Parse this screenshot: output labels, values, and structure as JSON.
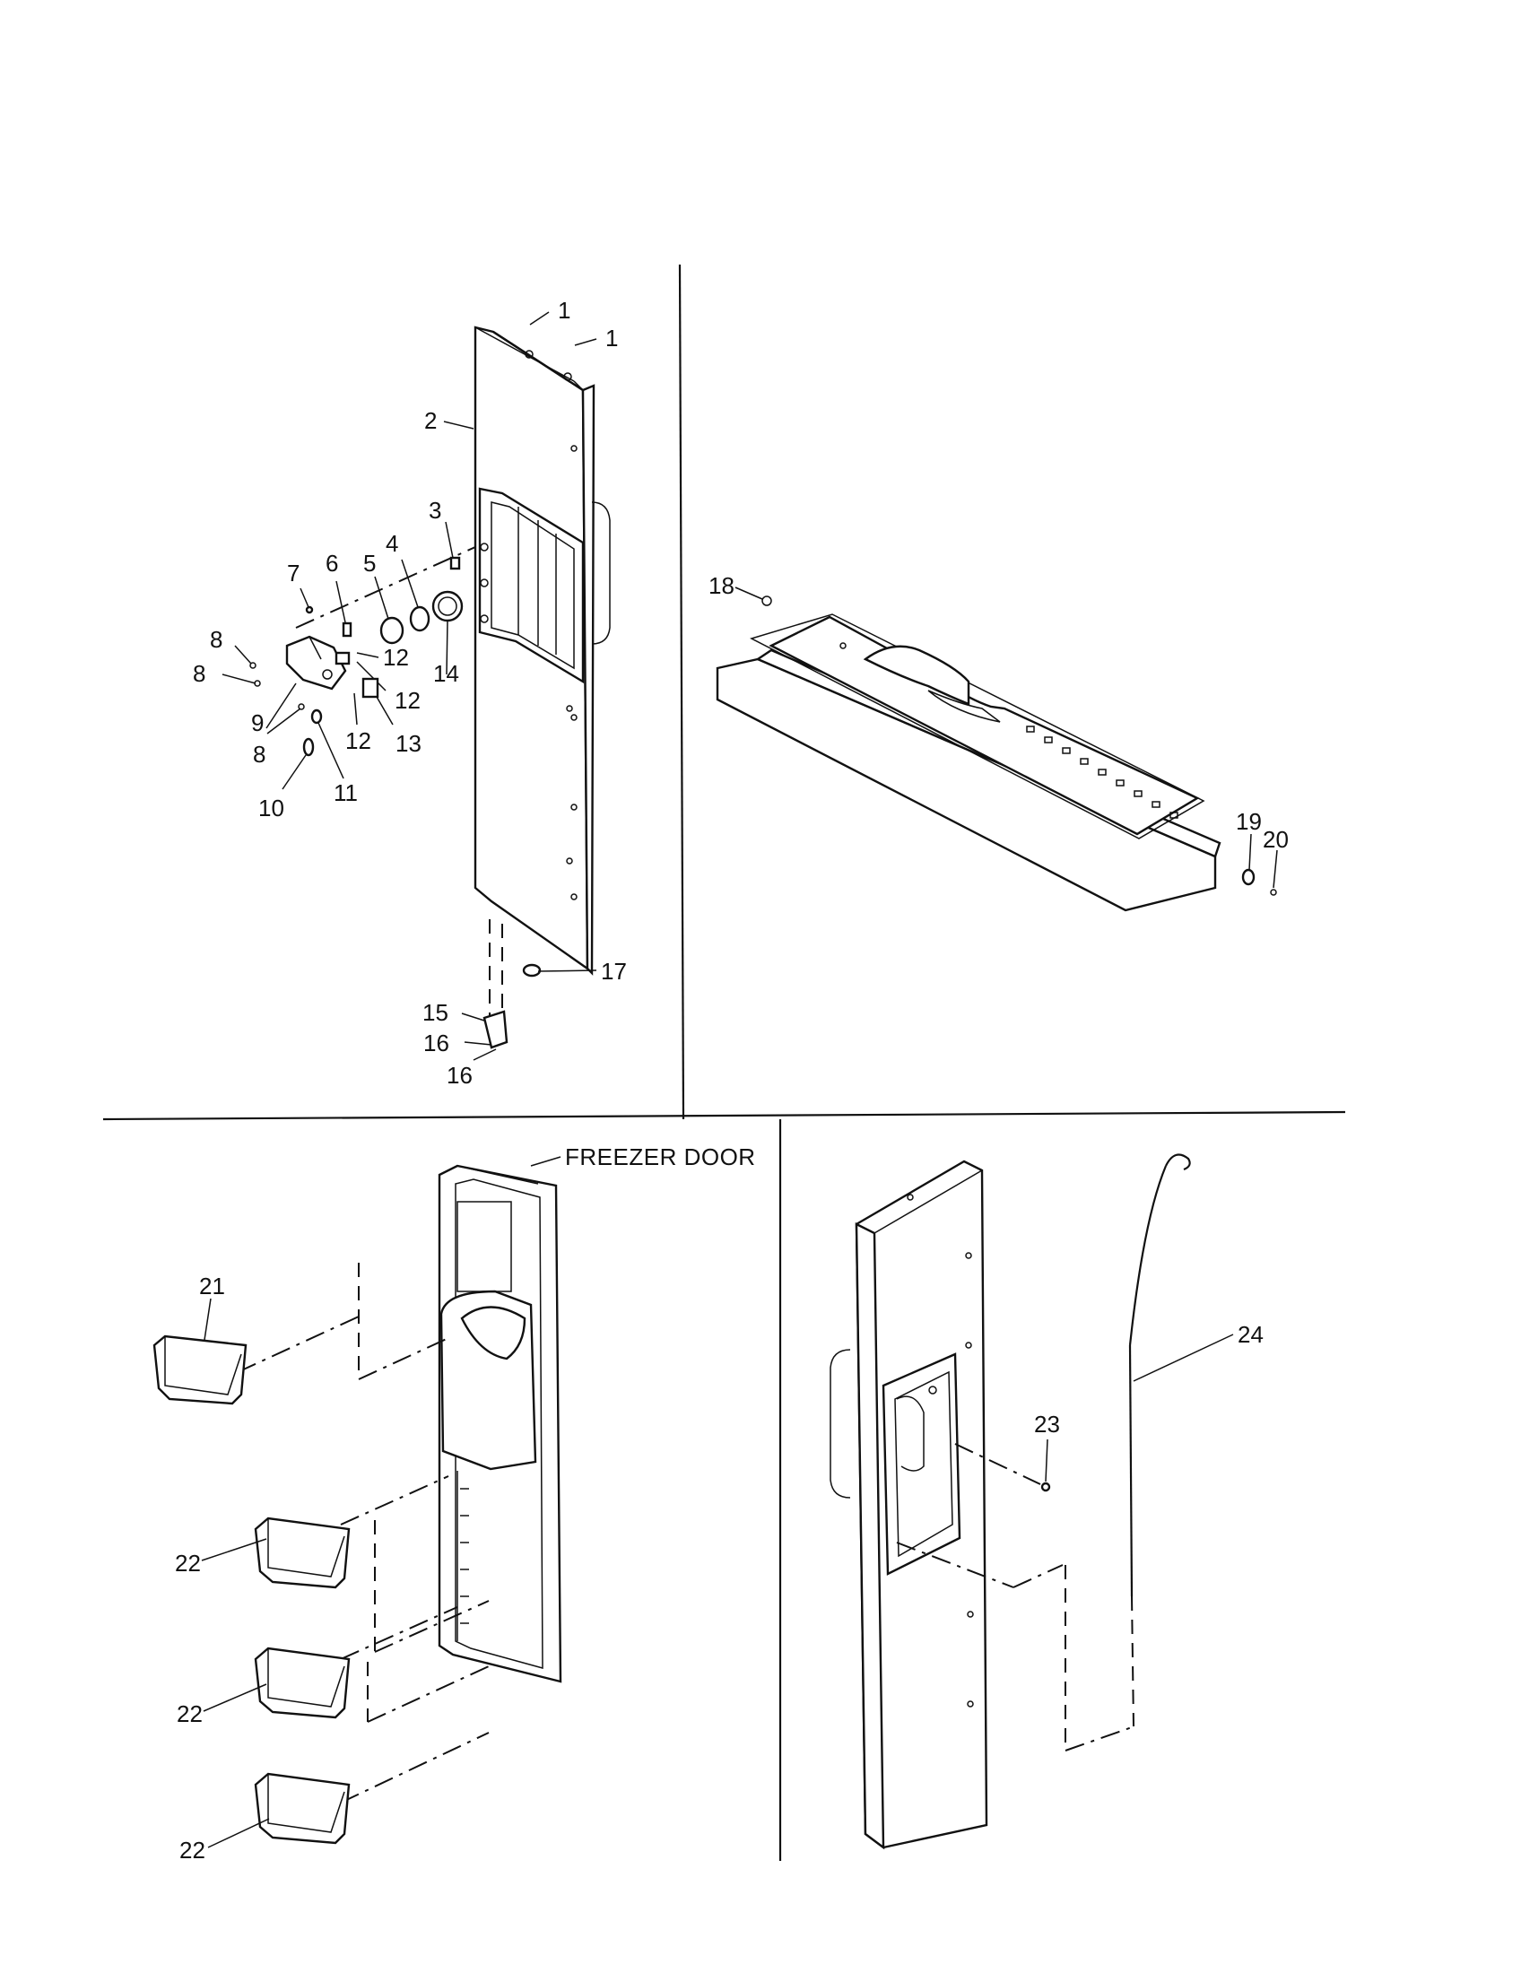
{
  "callouts": [
    {
      "id": "c1a",
      "text": "1"
    },
    {
      "id": "c1b",
      "text": "1"
    },
    {
      "id": "c2",
      "text": "2"
    },
    {
      "id": "c3",
      "text": "3"
    },
    {
      "id": "c4",
      "text": "4"
    },
    {
      "id": "c5",
      "text": "5"
    },
    {
      "id": "c6",
      "text": "6"
    },
    {
      "id": "c7",
      "text": "7"
    },
    {
      "id": "c8a",
      "text": "8"
    },
    {
      "id": "c8b",
      "text": "8"
    },
    {
      "id": "c8c",
      "text": "8"
    },
    {
      "id": "c9",
      "text": "9"
    },
    {
      "id": "c10",
      "text": "10"
    },
    {
      "id": "c11",
      "text": "11"
    },
    {
      "id": "c12a",
      "text": "12"
    },
    {
      "id": "c12b",
      "text": "12"
    },
    {
      "id": "c12c",
      "text": "12"
    },
    {
      "id": "c13",
      "text": "13"
    },
    {
      "id": "c14",
      "text": "14"
    },
    {
      "id": "c15",
      "text": "15"
    },
    {
      "id": "c16a",
      "text": "16"
    },
    {
      "id": "c16b",
      "text": "16"
    },
    {
      "id": "c17",
      "text": "17"
    },
    {
      "id": "c18",
      "text": "18"
    },
    {
      "id": "c19",
      "text": "19"
    },
    {
      "id": "c20",
      "text": "20"
    },
    {
      "id": "c21",
      "text": "21"
    },
    {
      "id": "c22a",
      "text": "22"
    },
    {
      "id": "c22b",
      "text": "22"
    },
    {
      "id": "c22c",
      "text": "22"
    },
    {
      "id": "c23",
      "text": "23"
    },
    {
      "id": "c24",
      "text": "24"
    }
  ],
  "captions": {
    "freezer_door": "FREEZER DOOR"
  }
}
